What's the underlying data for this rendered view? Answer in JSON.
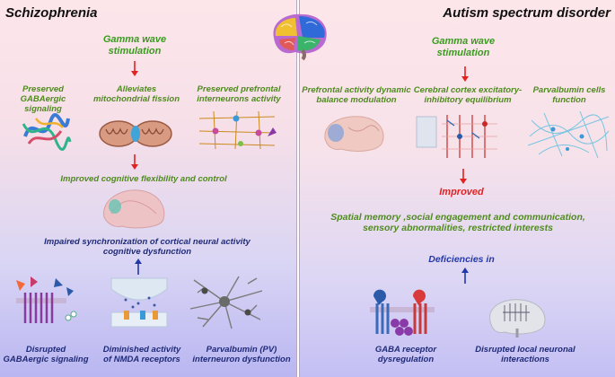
{
  "schizophrenia": {
    "title": "Schizophrenia",
    "stimulation": "Gamma wave\nstimulation",
    "effects": [
      "Preserved GABAergic\nsignaling",
      "Alleviates\nmitochondrial fission",
      "Preserved prefrontal\ninterneurons activity"
    ],
    "outcome": "Improved cognitive flexibility and control",
    "impairment": "Impaired synchronization of cortical neural activity\ncognitive dysfunction",
    "causes": [
      "Disrupted\nGABAergic signaling",
      "Diminished activity\nof NMDA receptors",
      "Parvalbumin (PV)\ninterneuron dysfunction"
    ]
  },
  "autism": {
    "title": "Autism spectrum disorder",
    "stimulation": "Gamma wave\nstimulation",
    "effects": [
      "Prefrontal activity dynamic\nbalance modulation",
      "Cerebral cortex excitatory-\ninhibitory equilibrium",
      "Parvalbumin cells\nfunction"
    ],
    "improved_label": "Improved",
    "improvements": "Spatial memory ,social engagement and communication,\nsensory abnormalities, restricted interests",
    "deficiencies_label": "Deficiencies in",
    "causes": [
      "GABA receptor\ndysregulation",
      "Disrupted local neuronal\ninteractions"
    ]
  },
  "icons": [
    "brain-icon",
    "protein-icon",
    "mitochondrion-icon",
    "neuron-network-icon",
    "brain-sagittal-icon",
    "receptor-icon",
    "synapse-icon",
    "pv-neuron-icon",
    "brain-slice-icon",
    "cortex-circuit-icon",
    "neural-mesh-icon",
    "gaba-receptor-icon",
    "brain-network-icon"
  ],
  "colors": {
    "green": "#4f8a1f",
    "navy": "#1f2a78",
    "red": "#e32121",
    "blue": "#2338a8"
  }
}
